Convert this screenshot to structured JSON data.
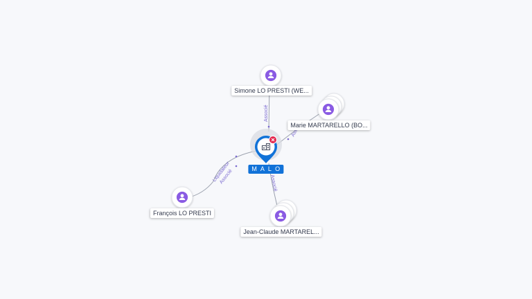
{
  "colors": {
    "person": "#8a5be3",
    "company": "#1172d8",
    "edge": "#9aa0ad",
    "edge_label": "#7a69d0",
    "alert": "#e2264d"
  },
  "center": {
    "label": "M A L O",
    "icon": "building-icon",
    "alert_icon": "close-icon"
  },
  "nodes": [
    {
      "id": "simone",
      "label": "Simone LO PRESTI (WE...",
      "icon": "person-icon",
      "stack": 1
    },
    {
      "id": "marie",
      "label": "Marie MARTARELLO (BO...",
      "icon": "person-icon",
      "stack": 3
    },
    {
      "id": "francois",
      "label": "François LO PRESTI",
      "icon": "person-icon",
      "stack": 1
    },
    {
      "id": "jeanclaude",
      "label": "Jean-Claude MARTAREL...",
      "icon": "person-icon",
      "stack": 3
    }
  ],
  "edges": [
    {
      "to": "simone",
      "labels": [
        "Associé"
      ]
    },
    {
      "to": "marie",
      "labels": [
        "Asso..."
      ]
    },
    {
      "to": "francois",
      "labels": [
        "Liquidateur",
        "Associé"
      ]
    },
    {
      "to": "jeanclaude",
      "labels": [
        "Associé"
      ]
    }
  ]
}
